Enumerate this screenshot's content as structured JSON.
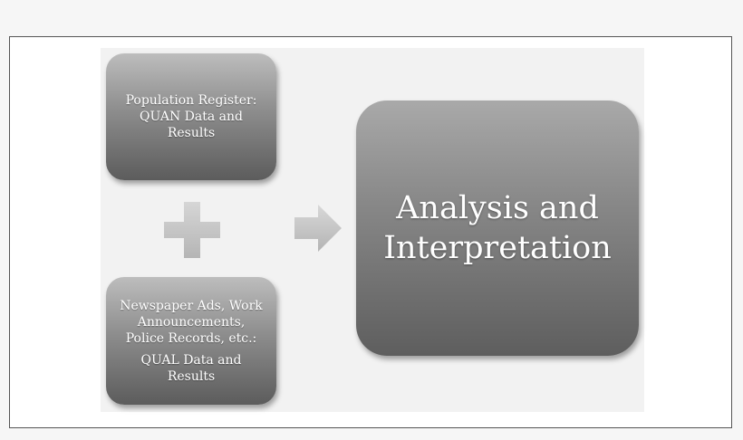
{
  "diagram": {
    "population_box": {
      "lines": [
        "Population Register:",
        "QUAN Data and",
        "Results"
      ]
    },
    "newspaper_box": {
      "lines": [
        "Newspaper Ads, Work",
        "Announcements,",
        "Police Records, etc.:",
        "QUAL Data and",
        "Results"
      ]
    },
    "analysis_box": {
      "lines": [
        "Analysis and",
        "Interpretation"
      ]
    },
    "connectors": {
      "plus_icon": "plus-icon",
      "arrow_icon": "arrow-right-icon"
    },
    "colors": {
      "box_top": "#bdbdbd",
      "box_bottom": "#5c5c5c",
      "connector": "#c8c8c8"
    }
  }
}
